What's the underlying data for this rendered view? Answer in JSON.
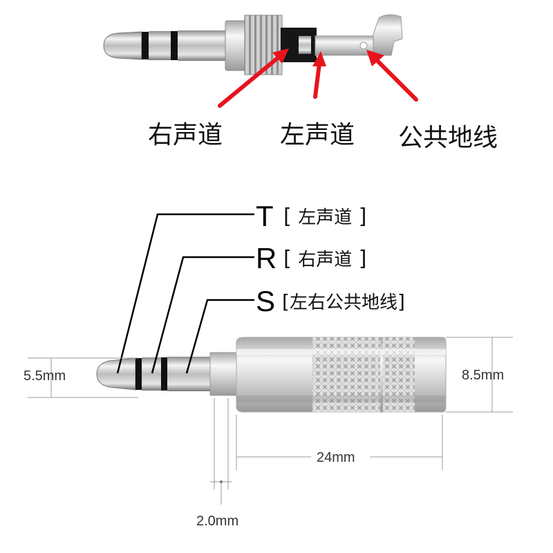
{
  "top_labels": {
    "right_channel": "右声道",
    "left_channel": "左声道",
    "common_ground": "公共地线"
  },
  "trs": {
    "t_letter": "T",
    "t_desc": "左声道",
    "r_letter": "R",
    "r_desc": "右声道",
    "s_letter": "S",
    "s_desc": "左右公共地线"
  },
  "dimensions": {
    "tip_diameter": "5.5mm",
    "body_diameter": "8.5mm",
    "body_length": "24mm",
    "neck_length": "2.0mm"
  },
  "colors": {
    "arrow": "#e8141c",
    "metal": "#c9c9c9",
    "insulator": "#111111",
    "line": "#000000"
  }
}
